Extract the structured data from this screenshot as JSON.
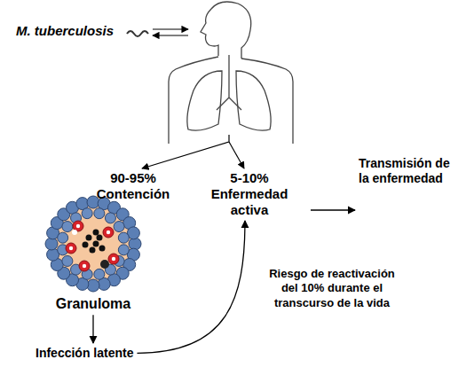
{
  "diagram": {
    "nodes": [
      {
        "text": [
          "M. tuberculosis"
        ]
      },
      {
        "text": [
          "90-95% Contención"
        ]
      },
      {
        "text": [
          "5-10% Enfermedad activa"
        ]
      },
      {
        "text": [
          "Transmisión de la enfermedad"
        ]
      },
      {
        "text": [
          "Granuloma"
        ]
      },
      {
        "text": [
          "Infección latente"
        ]
      }
    ],
    "edges": [
      {
        "from": 2,
        "to": 3,
        "arrow": "to"
      },
      {
        "from": 4,
        "to": 5,
        "arrow": "to"
      },
      {
        "from": 5,
        "to": 2,
        "arrow": "to",
        "label": "Riesgo de reactivación del 10% durante el transcurso de la vida"
      }
    ]
  }
}
